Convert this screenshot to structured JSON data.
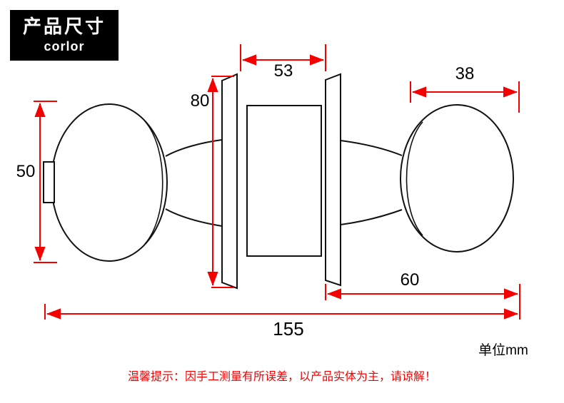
{
  "badge": {
    "title": "产品尺寸",
    "subtitle": "corlor"
  },
  "dimensions": {
    "center_width": "53",
    "plate_height": "80",
    "right_knob_width": "38",
    "knob_height": "50",
    "right_length": "60",
    "total_length": "155"
  },
  "unit_label": "单位mm",
  "footnote": "温馨提示：因手工测量有所误差，以产品实体为主，请谅解！",
  "colors": {
    "dimension_red": "#f40000",
    "drawing_black": "#111111",
    "badge_bg": "#000000",
    "background": "#ffffff"
  }
}
